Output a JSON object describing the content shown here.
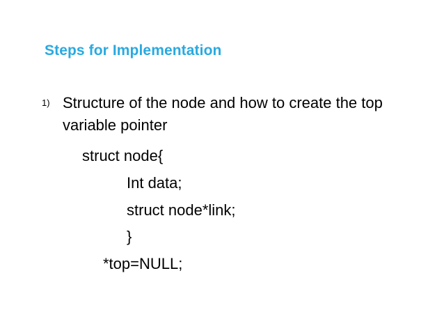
{
  "slide": {
    "title": "Steps for Implementation",
    "title_color": "#29a9e0",
    "background_color": "#ffffff",
    "text_color": "#000000"
  },
  "content": {
    "numbered_items": [
      {
        "marker": "1)",
        "text": "Structure of the node and how to create the top variable pointer"
      }
    ],
    "code_lines": [
      {
        "text": "struct node{",
        "indent": 1
      },
      {
        "text": "Int data;",
        "indent": 2
      },
      {
        "text": "struct node*link;",
        "indent": 2
      },
      {
        "text": "}",
        "indent": 2
      },
      {
        "text": "*top=NULL;",
        "indent": 3
      }
    ]
  }
}
